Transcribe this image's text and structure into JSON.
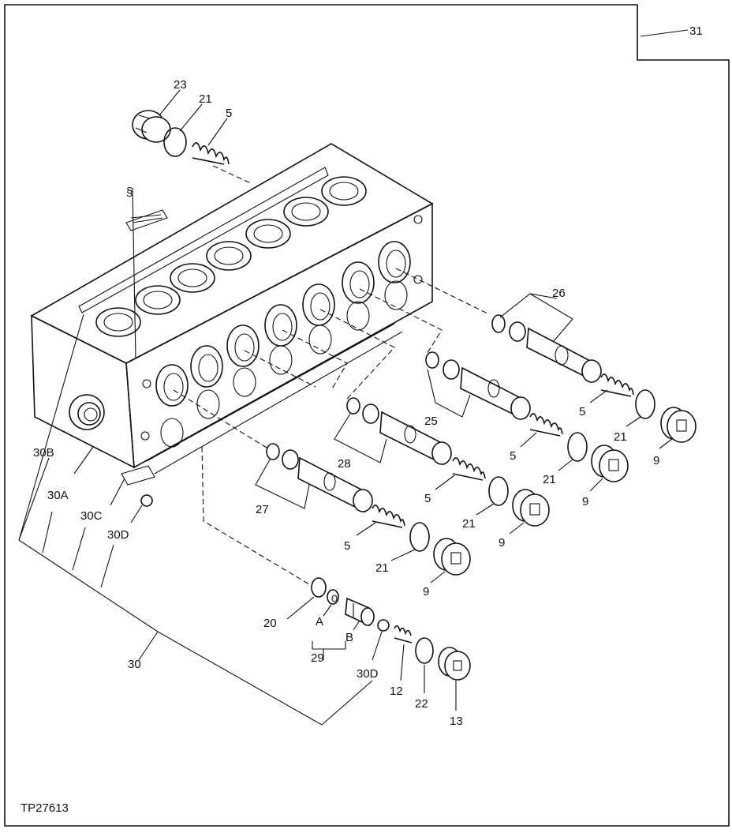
{
  "figure_id": "TP27613",
  "callouts": {
    "c31": "31",
    "c23": "23",
    "c21_top": "21",
    "c5_top": "5",
    "c26": "26",
    "c5_a": "5",
    "c21_a": "21",
    "c9_a": "9",
    "c25": "25",
    "c5_b": "5",
    "c21_b": "21",
    "c9_b": "9",
    "c28": "28",
    "c5_c": "5",
    "c21_c": "21",
    "c9_c": "9",
    "c27": "27",
    "c5_d": "5",
    "c21_d": "21",
    "c9_d": "9",
    "c30B": "30B",
    "c30A": "30A",
    "c30C": "30C",
    "c30D": "30D",
    "c30": "30",
    "c20": "20",
    "cA": "A",
    "cB": "B",
    "c29": "29",
    "c30D_b": "30D",
    "c12": "12",
    "c22": "22",
    "c13": "13"
  }
}
